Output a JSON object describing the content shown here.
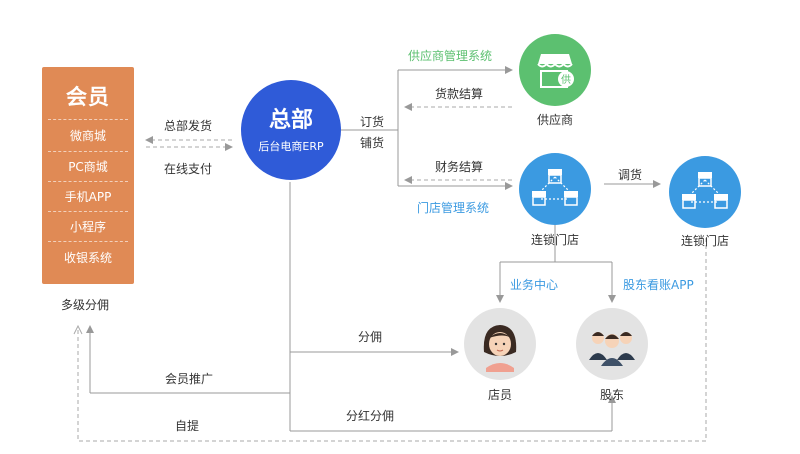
{
  "member": {
    "title": "会员",
    "items": [
      "微商城",
      "PC商城",
      "手机APP",
      "小程序",
      "收银系统"
    ],
    "footer": "多级分佣"
  },
  "hq": {
    "title": "总部",
    "subtitle": "后台电商ERP"
  },
  "nodes": {
    "supplier": "供应商",
    "supplier_icon_text": "供",
    "chain_store_1": "连锁门店",
    "chain_store_2": "连锁门店",
    "clerk": "店员",
    "shareholder": "股东"
  },
  "edges": {
    "hq_ship": "总部发货",
    "online_pay": "在线支付",
    "order": "订货",
    "stock": "铺货",
    "supplier_system": "供应商管理系统",
    "payment_settlement": "货款结算",
    "finance_settlement": "财务结算",
    "store_system": "门店管理系统",
    "transfer": "调货",
    "business_center": "业务中心",
    "shareholder_app": "股东看账APP",
    "commission": "分佣",
    "member_promo": "会员推广",
    "dividend": "分红分佣",
    "self_pickup": "自提"
  },
  "colors": {
    "member_orange": "#e08a55",
    "hq_blue": "#2f5bd8",
    "supplier_green": "#5cc070",
    "store_blue": "#3b9ae1",
    "person_gray": "#e3e3e3",
    "line_gray": "#999999"
  }
}
